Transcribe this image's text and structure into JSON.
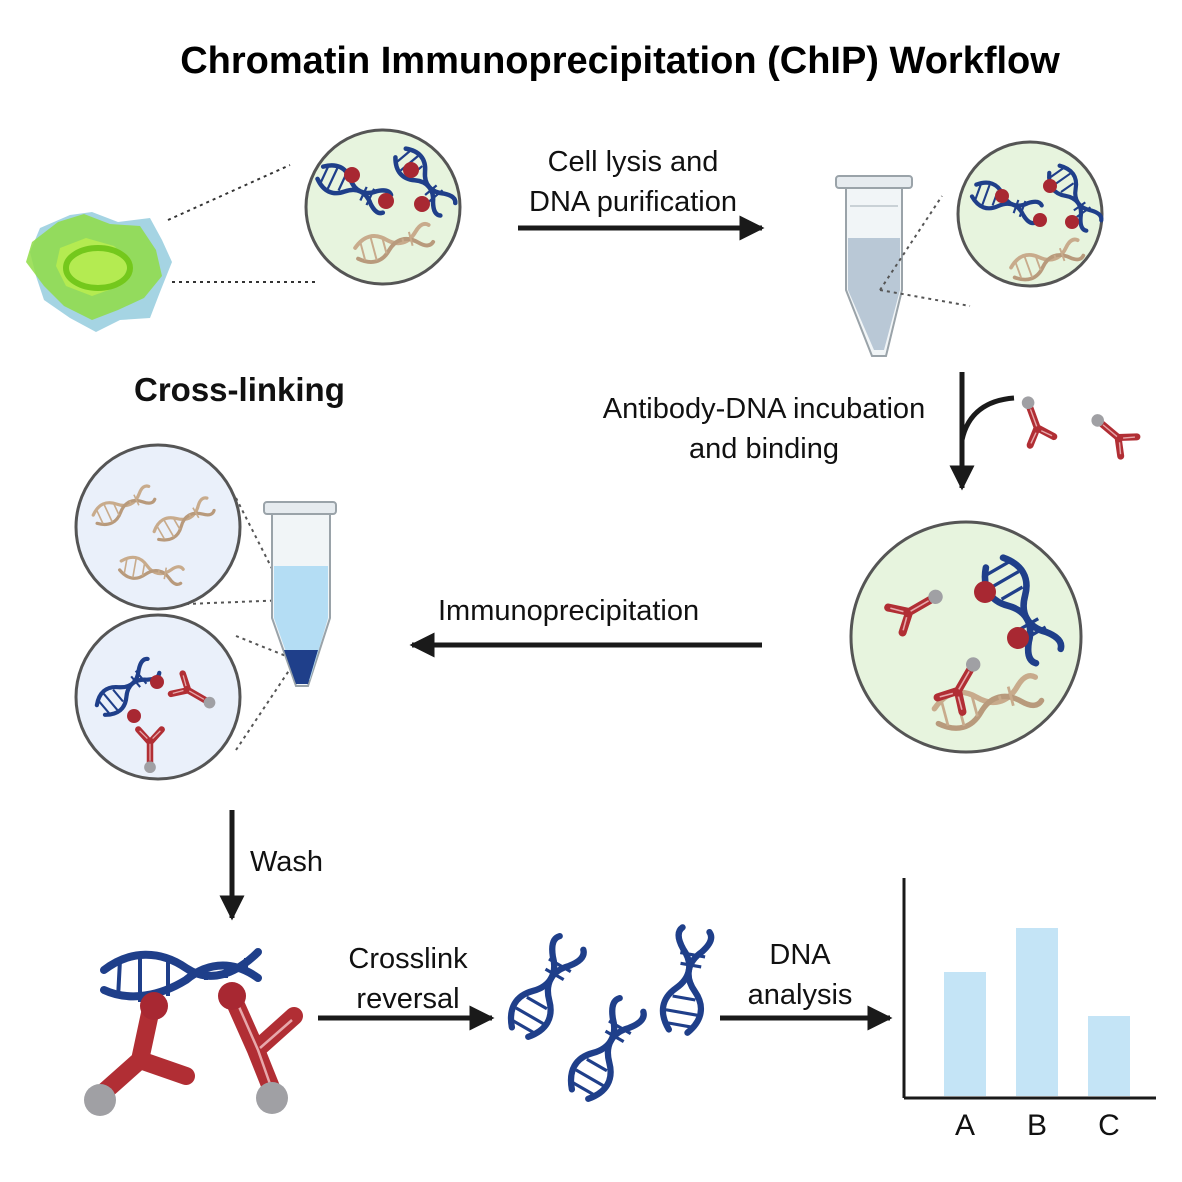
{
  "title": "Chromatin Immunoprecipitation (ChIP) Workflow",
  "steps": {
    "crosslinking": "Cross-linking",
    "lysis_line1": "Cell lysis and",
    "lysis_line2": "DNA purification",
    "incubation_line1": "Antibody-DNA incubation",
    "incubation_line2": "and binding",
    "immunoprecipitation": "Immunoprecipitation",
    "wash": "Wash",
    "reversal_line1": "Crosslink",
    "reversal_line2": "reversal",
    "analysis_line1": "DNA",
    "analysis_line2": "analysis"
  },
  "chart": {
    "categories": [
      "A",
      "B",
      "C"
    ],
    "values": [
      62,
      84,
      40
    ],
    "bar_color": "#c4e4f6"
  },
  "colors": {
    "dna_target": "#1f3f8a",
    "dna_other": "#c8ab8c",
    "antibody": "#b12e34",
    "bead": "#a0a0a4",
    "nucleus_fill": "#e7f4de",
    "panel_fill": "#eaf0fa",
    "cell_green": "#8fdc45",
    "cell_blue": "#8fc9dc",
    "arrow": "#1a1a1a"
  }
}
